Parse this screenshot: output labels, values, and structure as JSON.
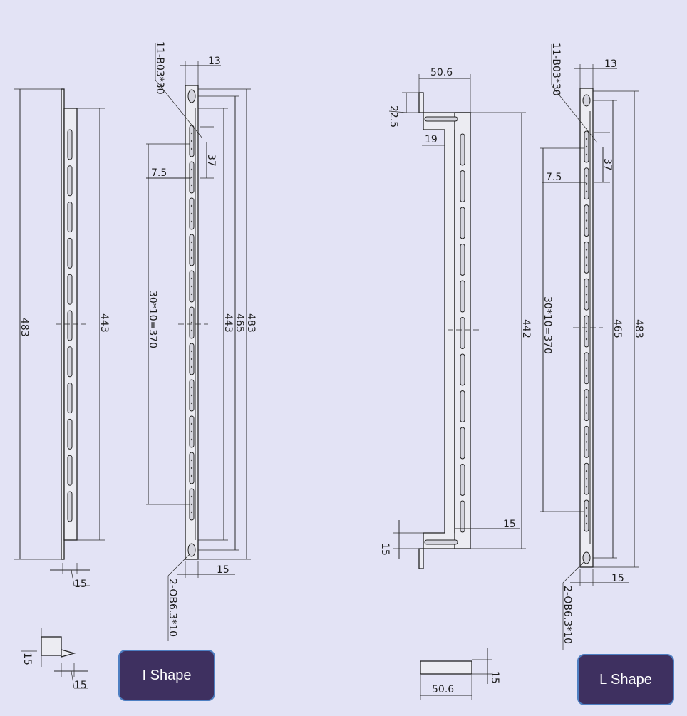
{
  "buttons": {
    "i_shape": "I Shape",
    "l_shape": "L Shape"
  },
  "colors": {
    "background": "#e3e3f5",
    "button_fill": "#3e3060",
    "button_border": "#4e7fc2",
    "line": "#2a2a2a"
  },
  "dims": {
    "d483": "483",
    "d443": "443",
    "d15": "15",
    "d13": "13",
    "d37": "37",
    "d7_5": "7.5",
    "d465": "465",
    "d442": "442",
    "d50_6": "50.6",
    "d22_5": "22.5",
    "d19": "19",
    "spacing": "30*10=370",
    "hole_top": "11-B03*30",
    "hole_bottom": "2-OB6.3*10"
  }
}
